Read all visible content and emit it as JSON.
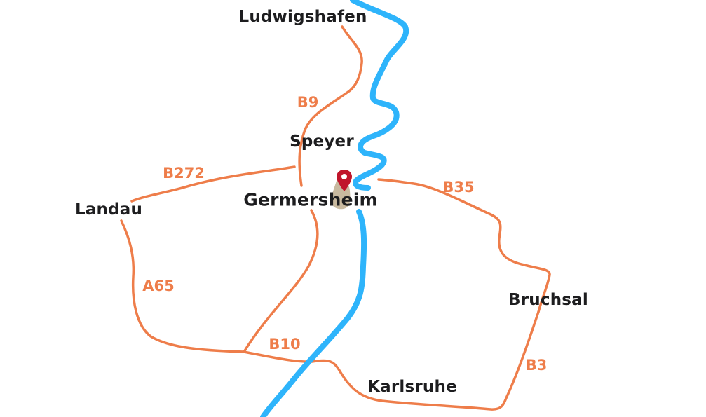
{
  "map": {
    "colors": {
      "river": "#2eb4fb",
      "road": "#ee7d4a",
      "pin": "#c0152a",
      "marker_base": "#c8b99f",
      "city_text": "#1d1d1f"
    },
    "cities": {
      "ludwigshafen": "Ludwigshafen",
      "speyer": "Speyer",
      "germersheim": "Germersheim",
      "landau": "Landau",
      "bruchsal": "Bruchsal",
      "karlsruhe": "Karlsruhe"
    },
    "roads": {
      "b9": "B9",
      "b272": "B272",
      "b35": "B35",
      "a65": "A65",
      "b10": "B10",
      "b3": "B3"
    },
    "marker": {
      "icon": "map-pin-icon",
      "location": "Germersheim"
    }
  }
}
